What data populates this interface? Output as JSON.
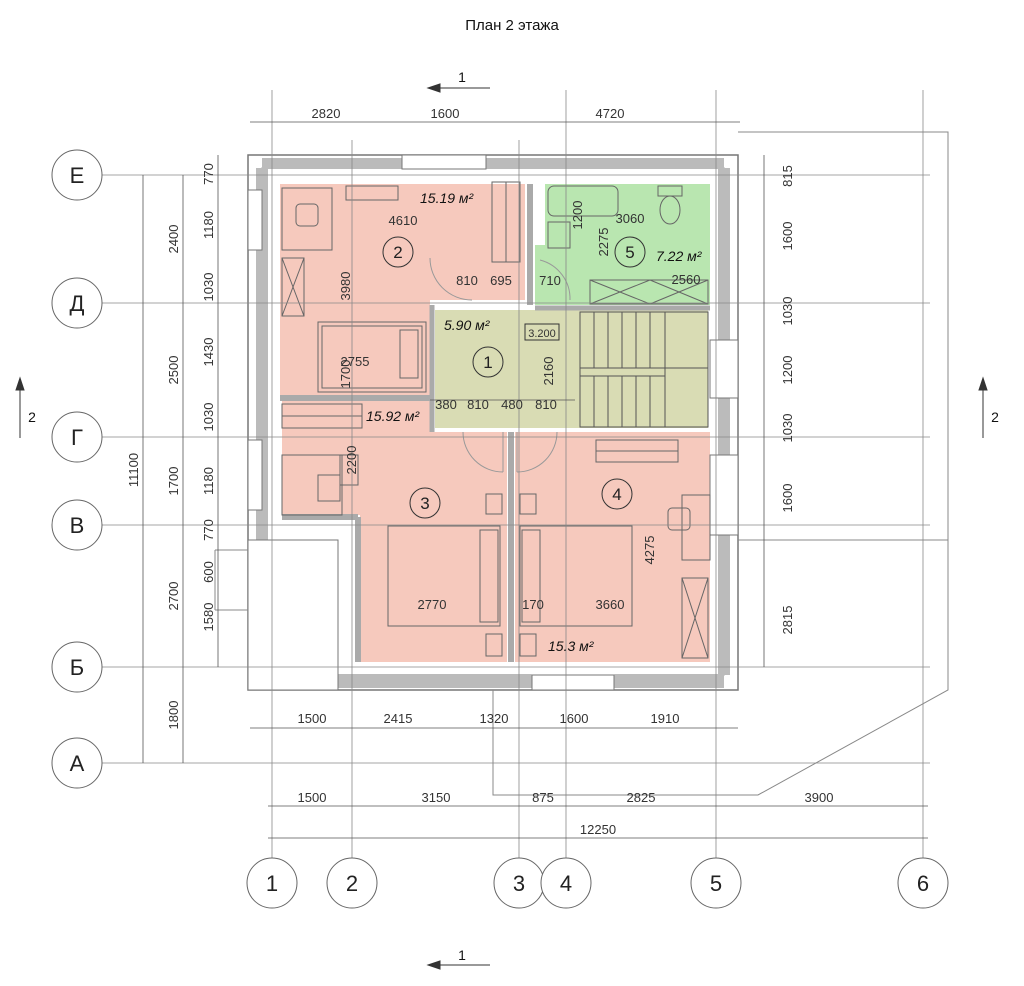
{
  "title": "План 2 этажа",
  "colors": {
    "room": "#f6c9bd",
    "bathroom": "#b9e6b0",
    "hall": "#d9dcb4",
    "wall": "#c8c8c8",
    "line": "#555555"
  },
  "top_dims": [
    "2820",
    "1600",
    "4720"
  ],
  "bottom_dims_row1": [
    "1500",
    "2415",
    "1320",
    "1600",
    "1910"
  ],
  "bottom_dims_row2": [
    "1500",
    "3150",
    "875",
    "2825",
    "3900"
  ],
  "overall_width": "12250",
  "left_dims_outer": [
    "2400",
    "2500",
    "1700",
    "2700",
    "1800"
  ],
  "left_dims_inner": [
    "770",
    "1180",
    "1030",
    "1430",
    "1030",
    "1180",
    "770",
    "600",
    "1580"
  ],
  "overall_height": "11100",
  "right_dims": [
    "815",
    "1600",
    "1030",
    "1200",
    "1030",
    "1600",
    "2815"
  ],
  "axes_rows": [
    "Е",
    "Д",
    "Г",
    "В",
    "Б",
    "А"
  ],
  "axes_cols": [
    "1",
    "2",
    "3",
    "4",
    "5",
    "6"
  ],
  "section_marks": {
    "cut1": "1",
    "cut2": "2"
  },
  "rooms": [
    {
      "number": "1",
      "area": "5.90 м²",
      "level": "3.200"
    },
    {
      "number": "2",
      "area": "15.19 м²"
    },
    {
      "number": "3",
      "area": "15.92 м²"
    },
    {
      "number": "4",
      "area": "15.3 м²"
    },
    {
      "number": "5",
      "area": "7.22 м²"
    }
  ],
  "inner_dims": {
    "r2_width": "4610",
    "r2_height": "3980",
    "r2_bed": "2755",
    "r2_bed_h": "1700",
    "door_810": "810",
    "door_695": "695",
    "door_710": "710",
    "r5_width": "3060",
    "r5_h1": "1200",
    "r5_h2": "2275",
    "r5_bottom": "2560",
    "hall_h": "2160",
    "hall_380": "380",
    "hall_810a": "810",
    "hall_480": "480",
    "hall_810b": "810",
    "r3_h": "2200",
    "r3_width": "2770",
    "r4_170": "170",
    "r4_width": "3660",
    "r4_height": "4275"
  }
}
